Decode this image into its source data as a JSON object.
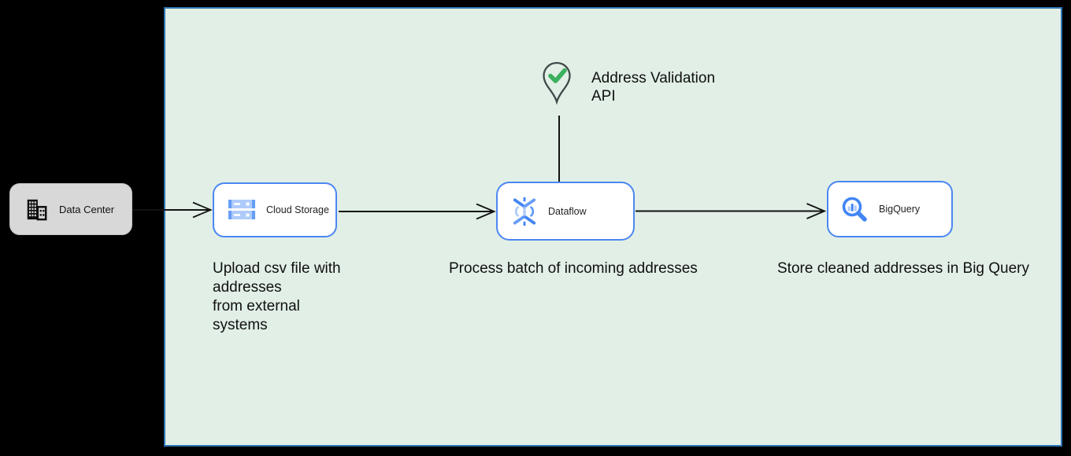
{
  "diagram": {
    "external_node": {
      "label": "Data Center",
      "icon": "building-icon"
    },
    "nodes": [
      {
        "label": "Cloud Storage",
        "icon": "cloud-storage-icon",
        "desc_lines": [
          "Upload csv file with",
          "addresses",
          "from external",
          "systems"
        ]
      },
      {
        "label": "Dataflow",
        "icon": "dataflow-icon",
        "desc_lines": [
          "Process batch of incoming addresses"
        ]
      },
      {
        "label": "BigQuery",
        "icon": "bigquery-icon",
        "desc_lines": [
          "Store cleaned addresses in Big Query"
        ]
      }
    ],
    "api_callout": {
      "icon": "map-pin-check-icon",
      "lines": [
        "Address Validation",
        "API"
      ]
    },
    "edges": [
      {
        "from": "Data Center",
        "to": "Cloud Storage",
        "style": "open-arrow"
      },
      {
        "from": "Cloud Storage",
        "to": "Dataflow",
        "style": "open-arrow"
      },
      {
        "from": "Dataflow",
        "to": "BigQuery",
        "style": "open-arrow"
      },
      {
        "from": "Address Validation API",
        "to": "Dataflow",
        "style": "plain-line"
      }
    ],
    "colors": {
      "canvas_bg": "#000000",
      "panel_bg": "#e1efe6",
      "panel_border": "#2e75b5",
      "node_border": "#4b87f2",
      "external_node_bg": "#d8d8d8",
      "google_blue": "#4285f4",
      "google_blue_mid": "#669df6",
      "google_blue_light": "#aecbfa",
      "check_green": "#3bb05e"
    }
  }
}
